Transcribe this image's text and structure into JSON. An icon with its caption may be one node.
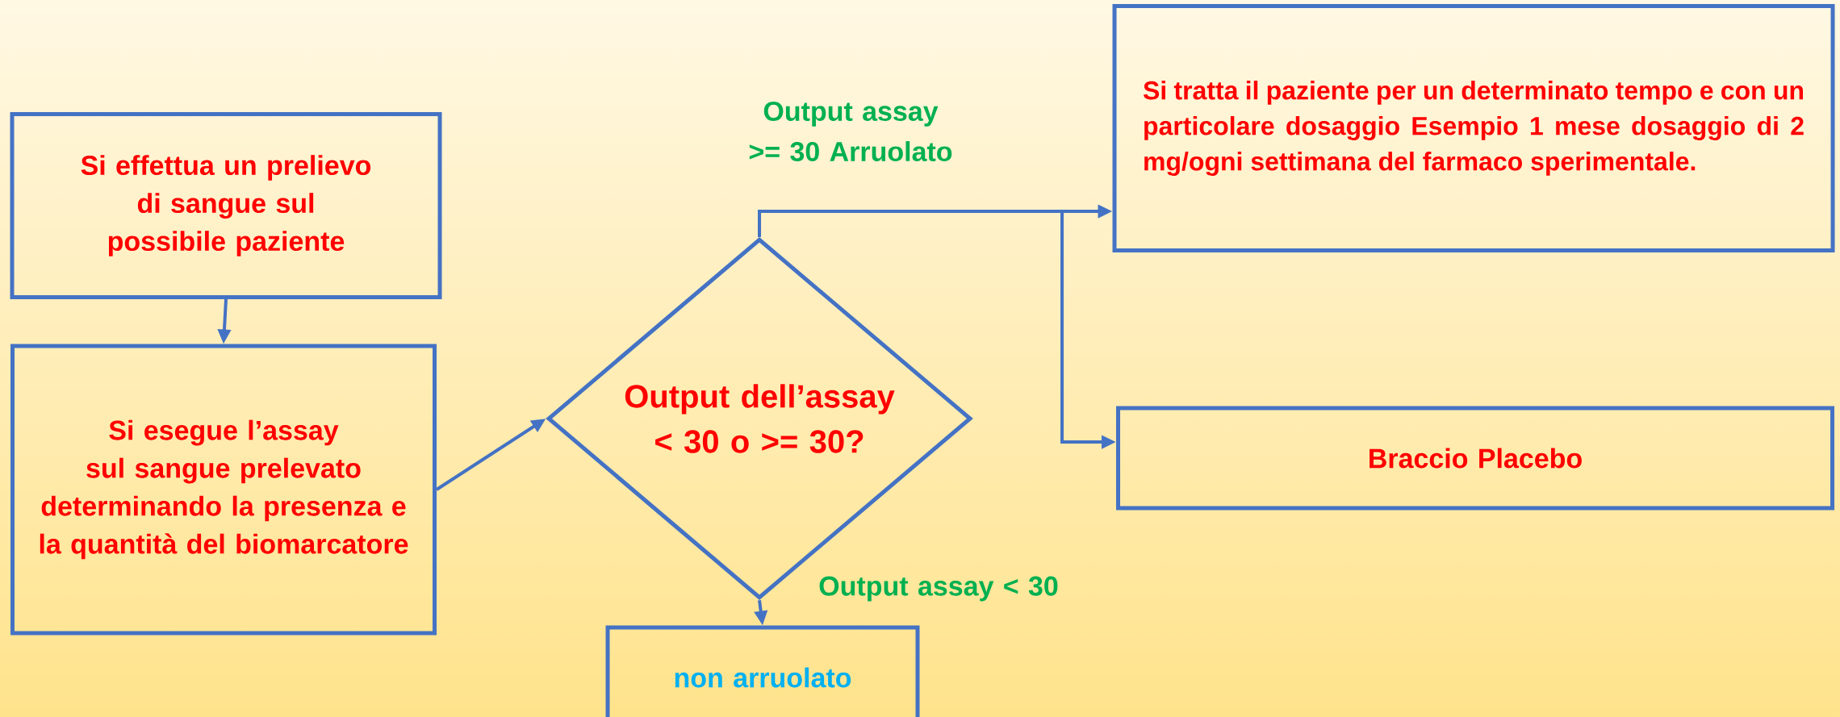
{
  "diagram": {
    "nodes": [
      {
        "text": [
          "Si effettua un prelievo di sangue sul possibile paziente"
        ]
      },
      {
        "text": [
          "Si esegue l’assay sul sangue prelevato determinando la presenza e la quantità del biomarcatore"
        ]
      },
      {
        "text": [
          "Output dell’assay < 30 o >= 30?"
        ]
      },
      {
        "text": [
          "Si tratta il paziente per un determinato tempo e con un particolare dosaggio Esempio 1 mese dosaggio di 2 mg/ogni settimana del farmaco sperimentale."
        ]
      },
      {
        "text": [
          "Braccio Placebo"
        ]
      },
      {
        "text": [
          "non arruolato"
        ]
      }
    ],
    "edges": [
      {
        "from": 0,
        "to": 1,
        "arrow": "to"
      },
      {
        "from": 1,
        "to": 2,
        "arrow": "to"
      },
      {
        "from": 2,
        "to": 3,
        "arrow": "to",
        "label": "Output assay >= 30 Arruolato"
      },
      {
        "from": 2,
        "to": 4,
        "arrow": "to"
      },
      {
        "from": 2,
        "to": 5,
        "arrow": "to",
        "label": "Output assay < 30"
      }
    ]
  }
}
